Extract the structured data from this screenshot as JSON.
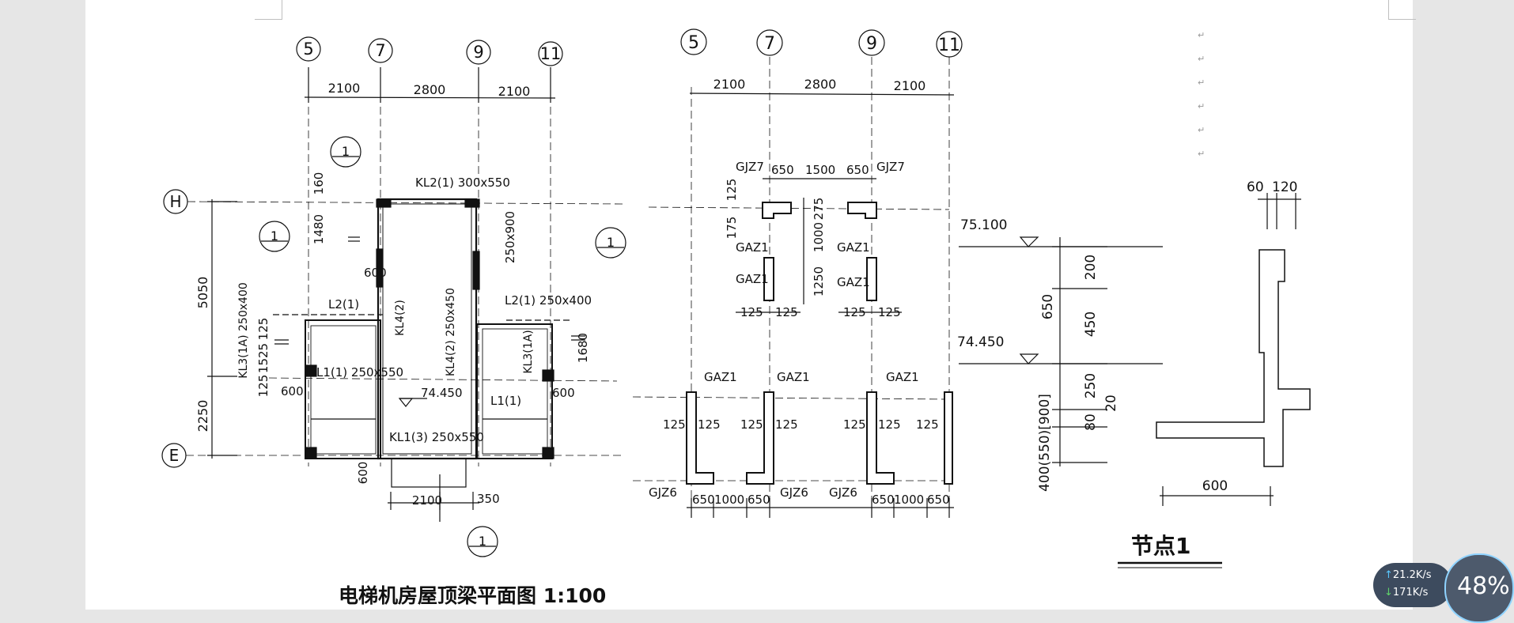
{
  "axes_top": [
    "5",
    "7",
    "9",
    "11"
  ],
  "axes_side": [
    "H",
    "E"
  ],
  "left_plan": {
    "top_dims": [
      "2100",
      "2800",
      "2100"
    ],
    "left_dims": [
      "5050",
      "2250"
    ],
    "h_dims": [
      "160",
      "1480",
      "125",
      "1525",
      "125"
    ],
    "right_dim": "1680",
    "side_600": "600",
    "beams": {
      "kl2": "KL2(1) 300x550",
      "kl2_side": "250x900",
      "l2_left": "L2(1)",
      "l2_right": "L2(1) 250x400",
      "kl3_left": "KL3(1A) 250x400",
      "kl3_right": "KL3(1A)",
      "kl4_left": "KL4(2)",
      "kl4_mid": "KL4(2) 250x450",
      "l1_left": "L1(1) 250x550",
      "l1_right": "L1(1)",
      "kl1": "KL1(3) 250x550"
    },
    "level": "74.450",
    "bottom_dims": [
      "2100",
      "350"
    ],
    "bottom_600": "600",
    "section_mark": "1",
    "title": "电梯机房屋顶梁平面图 1:100"
  },
  "right_plan": {
    "top_dims": [
      "2100",
      "2800",
      "2100"
    ],
    "gjz7": "GJZ7",
    "gjz6": "GJZ6",
    "gaz1": "GAZ1",
    "dims_top": [
      "650",
      "1500",
      "650"
    ],
    "dims_v": [
      "125",
      "275",
      "175",
      "1000",
      "1250"
    ],
    "dims_125": "125",
    "dims_bottom": [
      "650",
      "1000",
      "650"
    ]
  },
  "section": {
    "levels": [
      "75.100",
      "74.450"
    ],
    "dims_v": [
      "200",
      "450",
      "650",
      "250",
      "20",
      "80"
    ],
    "dim_400": "400(550)[900]",
    "dims_top": [
      "60",
      "120"
    ],
    "dim_600": "600",
    "title": "节点1"
  },
  "net_widget": {
    "up_arrow": "↑",
    "up_speed": "21.2K/s",
    "down_arrow": "↓",
    "down_speed": "171K/s",
    "percent": "48%"
  }
}
